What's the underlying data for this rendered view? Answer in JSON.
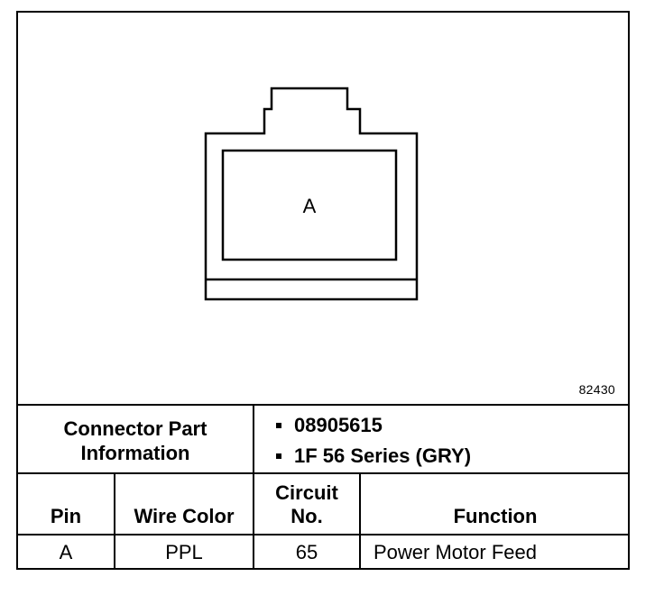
{
  "figure": {
    "pin_label": "A",
    "figure_number": "82430"
  },
  "connector_info": {
    "label_line1": "Connector Part",
    "label_line2": "Information",
    "part_numbers": [
      "08905615",
      "1F 56 Series (GRY)"
    ]
  },
  "table": {
    "headers": {
      "pin": "Pin",
      "wire_color": "Wire Color",
      "circuit_line1": "Circuit",
      "circuit_line2": "No.",
      "function": "Function"
    },
    "rows": [
      {
        "pin": "A",
        "wire_color": "PPL",
        "circuit": "65",
        "function": "Power Motor Feed"
      }
    ]
  }
}
